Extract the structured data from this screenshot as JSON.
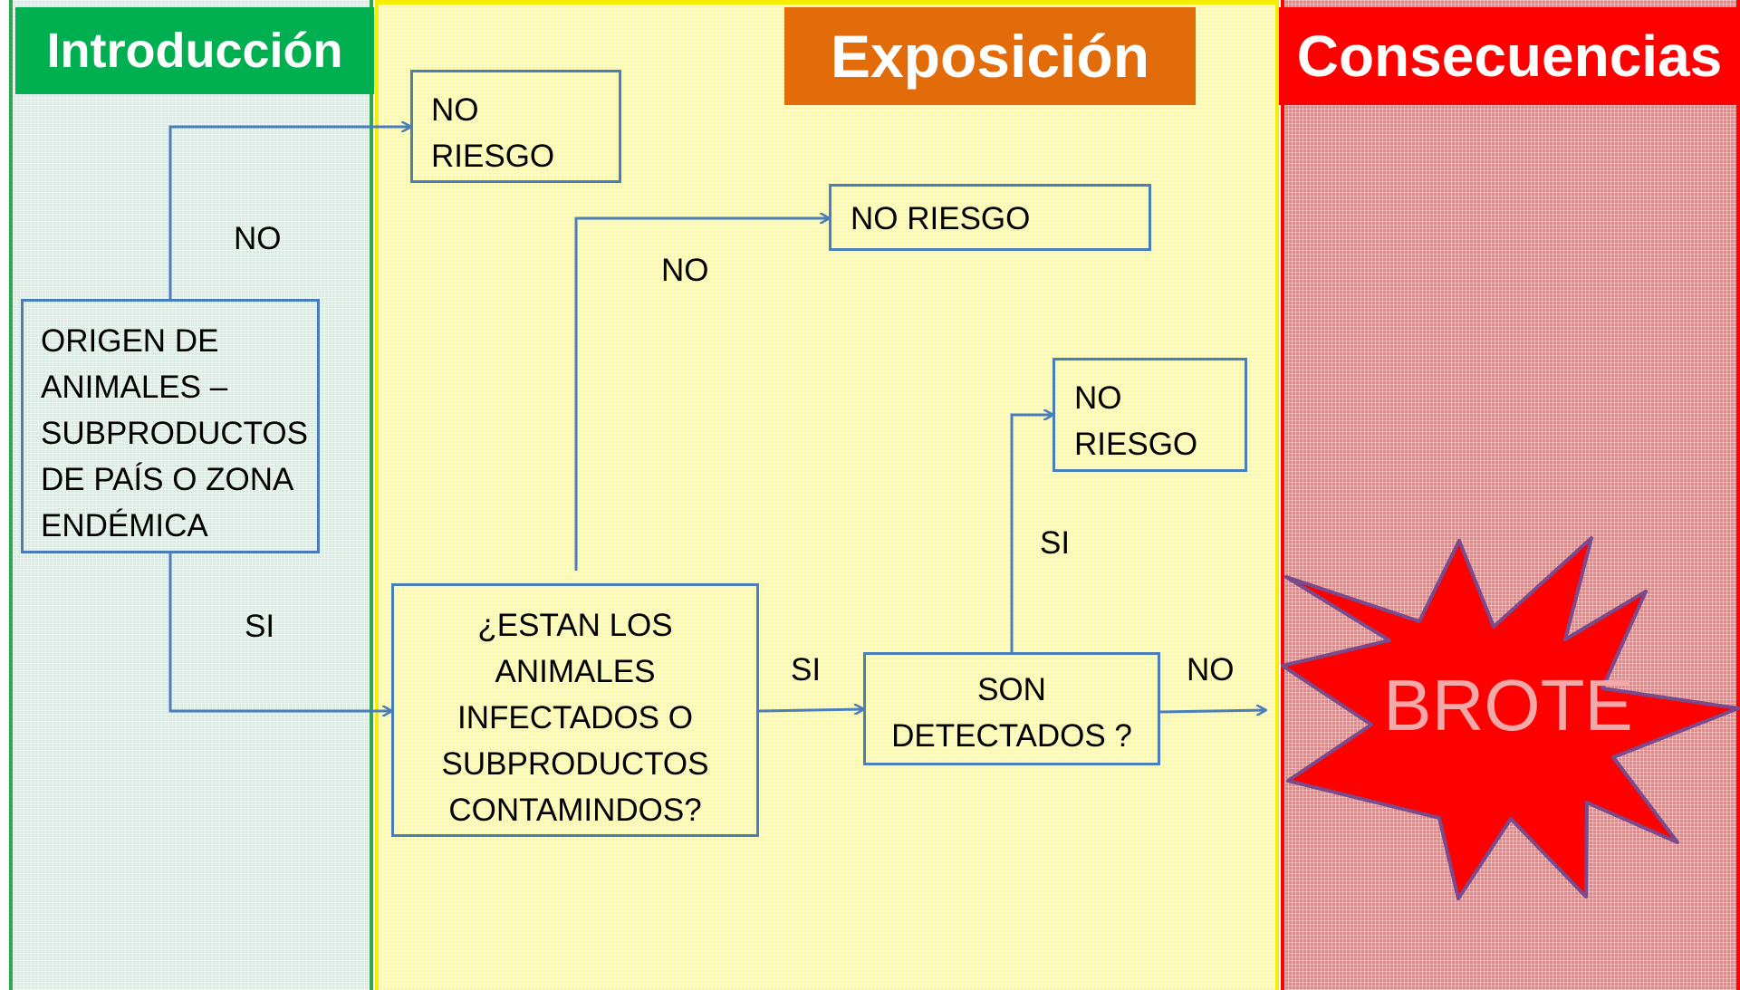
{
  "headers": {
    "introduccion": "Introducción",
    "exposicion": "Exposición",
    "consecuencias": "Consecuencias"
  },
  "boxes": {
    "origen": [
      "ORIGEN DE",
      "ANIMALES –",
      "SUBPRODUCTOS",
      "DE PAÍS O ZONA",
      "ENDÉMICA"
    ],
    "no_riesgo_1": [
      "NO",
      "RIESGO"
    ],
    "no_riesgo_2": [
      "NO RIESGO"
    ],
    "no_riesgo_3": [
      "NO",
      "RIESGO"
    ],
    "estan": [
      "¿ESTAN LOS",
      "ANIMALES",
      "INFECTADOS O",
      "SUBPRODUCTOS",
      "CONTAMINDOS?"
    ],
    "detectados": [
      "SON",
      "DETECTADOS ?"
    ]
  },
  "labels": {
    "no_1": "NO",
    "si_1": "SI",
    "no_2": "NO",
    "si_2": "SI",
    "si_3": "SI",
    "no_3": "NO"
  },
  "brote": "BROTE",
  "colors": {
    "intro_header": "#00b050",
    "expo_header": "#e36c0a",
    "cons_header": "#ff0000",
    "arrow": "#4a7ebb",
    "burst_fill": "#ff0000",
    "burst_stroke": "#7b4a8c"
  }
}
